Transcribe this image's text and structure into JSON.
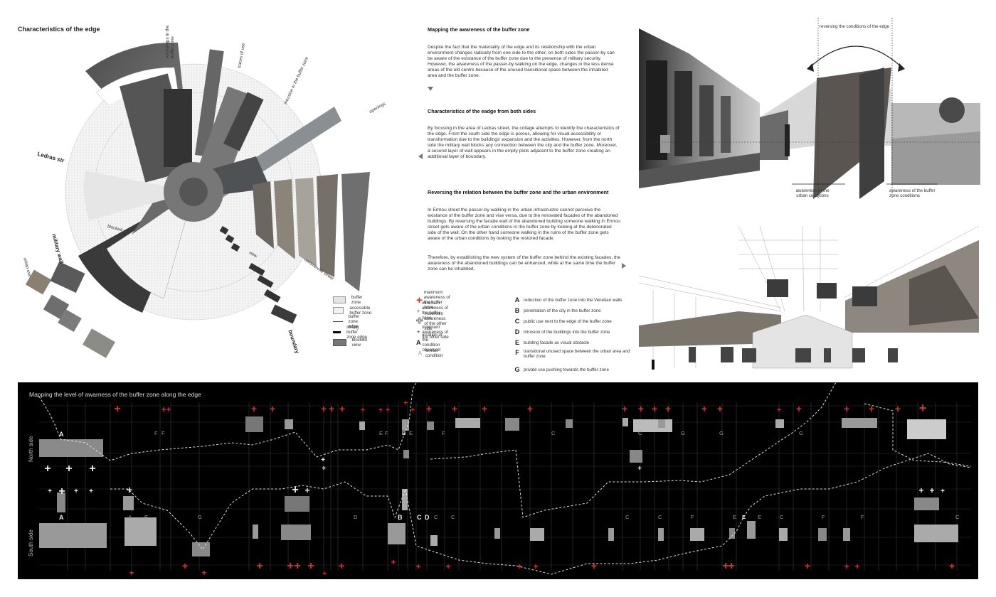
{
  "circle_title": "Characteristics of the edge",
  "circle_labels": {
    "workshops": "workshops in the buffer zone",
    "traces_of_use": "traces of use",
    "intrusion": "intrusion in the buffer zone",
    "openings": "openings",
    "ledras": "Ledras str",
    "blocked": "blocked",
    "view": "view",
    "commercial": "commercial street",
    "military": "military wall",
    "urban_use": "urban use",
    "boundary": "boundary"
  },
  "text": {
    "s1_title": "Mapping the awareness of the buffer zone",
    "s1_body": "Despite the fact that the materiality of the edge and its relationship with the urban environment changes radically from one side to the other, on both sides the passer-by can be aware of the existance of the buffer zone due to the presence of military security. However, the awareness of the passer-by walking on the edge, changes in the less dense areas of the old centre because of the unused transitional space between the inhabited area and the buffer zone.",
    "s2_title": "Characteristics of the eadge from both sides",
    "s2_body": "By focusing in the area of Ledras street, the collage attempts to identify the characteristics of the edge. From the south side the edge is porous, allowing for visual accessibility or transformation due to the buildings' expansion and the activities. However, from the north side the military wall blocks any connection between the city and the buffer zone. Moreover, a second layer of wall appears in the empty plots adjacent to the buffer zone creating an additional layer of boundary.",
    "s3_title": "Reversing the relation between the buffer zone and the urban environment",
    "s3_body1": "In Ermou street the passer-by walking in the urban infrastructre cannot perceive the existance of the buffer zone and vise versa, due to the renovated facades of the abandoned buildings. By reversing the facade wall of the abandoned building someone walking in Ermou street gets aware of the urban conditions in the buffer zone by looking at the deteriorated side of the wall. On the other hand someone walking in the ruins of the buffer zone gets aware of the urban conditions by looking the restored facade.",
    "s3_body2": "Therefore, by establishing the new system of the buffer zone behind the existing facades, the awareness of the abandoned buildings can be enhanced, while at the same time the buffer zone can be inhabited."
  },
  "legend_left": [
    {
      "label": "buffer zone",
      "kind": "dots"
    },
    {
      "label": "accessible buffer zone",
      "kind": "light"
    },
    {
      "label": "buffer zone edge",
      "kind": "line"
    },
    {
      "label": "strong buffer zone edge",
      "kind": "thick"
    },
    {
      "label": "blocked view",
      "kind": "dark"
    }
  ],
  "legend_mid": [
    {
      "label": "maximum awareness of the buffer zone",
      "kind": "red-big"
    },
    {
      "label": "minimum awareness of the buffer zone",
      "kind": "red-small"
    },
    {
      "label": "maximum awareness of the other side",
      "kind": "white-big"
    },
    {
      "label": "minimum awareness of the other side",
      "kind": "white-small"
    },
    {
      "label": "location of the condition observed",
      "kind": "A"
    },
    {
      "label": "similar condition",
      "kind": "A-light"
    }
  ],
  "legend_right": [
    {
      "letter": "A",
      "label": "reduction of the buffer zone into the Venetian walls"
    },
    {
      "letter": "B",
      "label": "penetration of the city in the buffer zone"
    },
    {
      "letter": "C",
      "label": "public use next to the edge of the buffer zone"
    },
    {
      "letter": "D",
      "label": "intrusion of the buildings into the buffer zone"
    },
    {
      "letter": "E",
      "label": "building facade as visual obstacle"
    },
    {
      "letter": "F",
      "label": "transitional unused space between the urban area and buffer zone"
    },
    {
      "letter": "G",
      "label": "private use pushing towards the buffer zone"
    }
  ],
  "photo_labels": {
    "reversing": "reversing the conditions of the edge",
    "urban": "awareness of the urban conditions",
    "buffer": "awareness of the buffer zone conditions"
  },
  "bottom": {
    "title": "Mapping the level of awarness of the buffer zone along the edge",
    "north": "North side",
    "south": "South side",
    "north_letters": [
      "A",
      "F",
      "F",
      "E",
      "F",
      "B",
      "E",
      "F",
      "C",
      "C",
      "G",
      "G",
      "G"
    ],
    "south_letters": [
      "A",
      "A",
      "E",
      "G",
      "B",
      "C",
      "D",
      "C",
      "C",
      "D",
      "C",
      "C",
      "F",
      "E",
      "E",
      "E",
      "C",
      "F",
      "F",
      "C"
    ]
  },
  "colors": {
    "accent_red": "#d6312f",
    "panel_bg": "#000000"
  }
}
